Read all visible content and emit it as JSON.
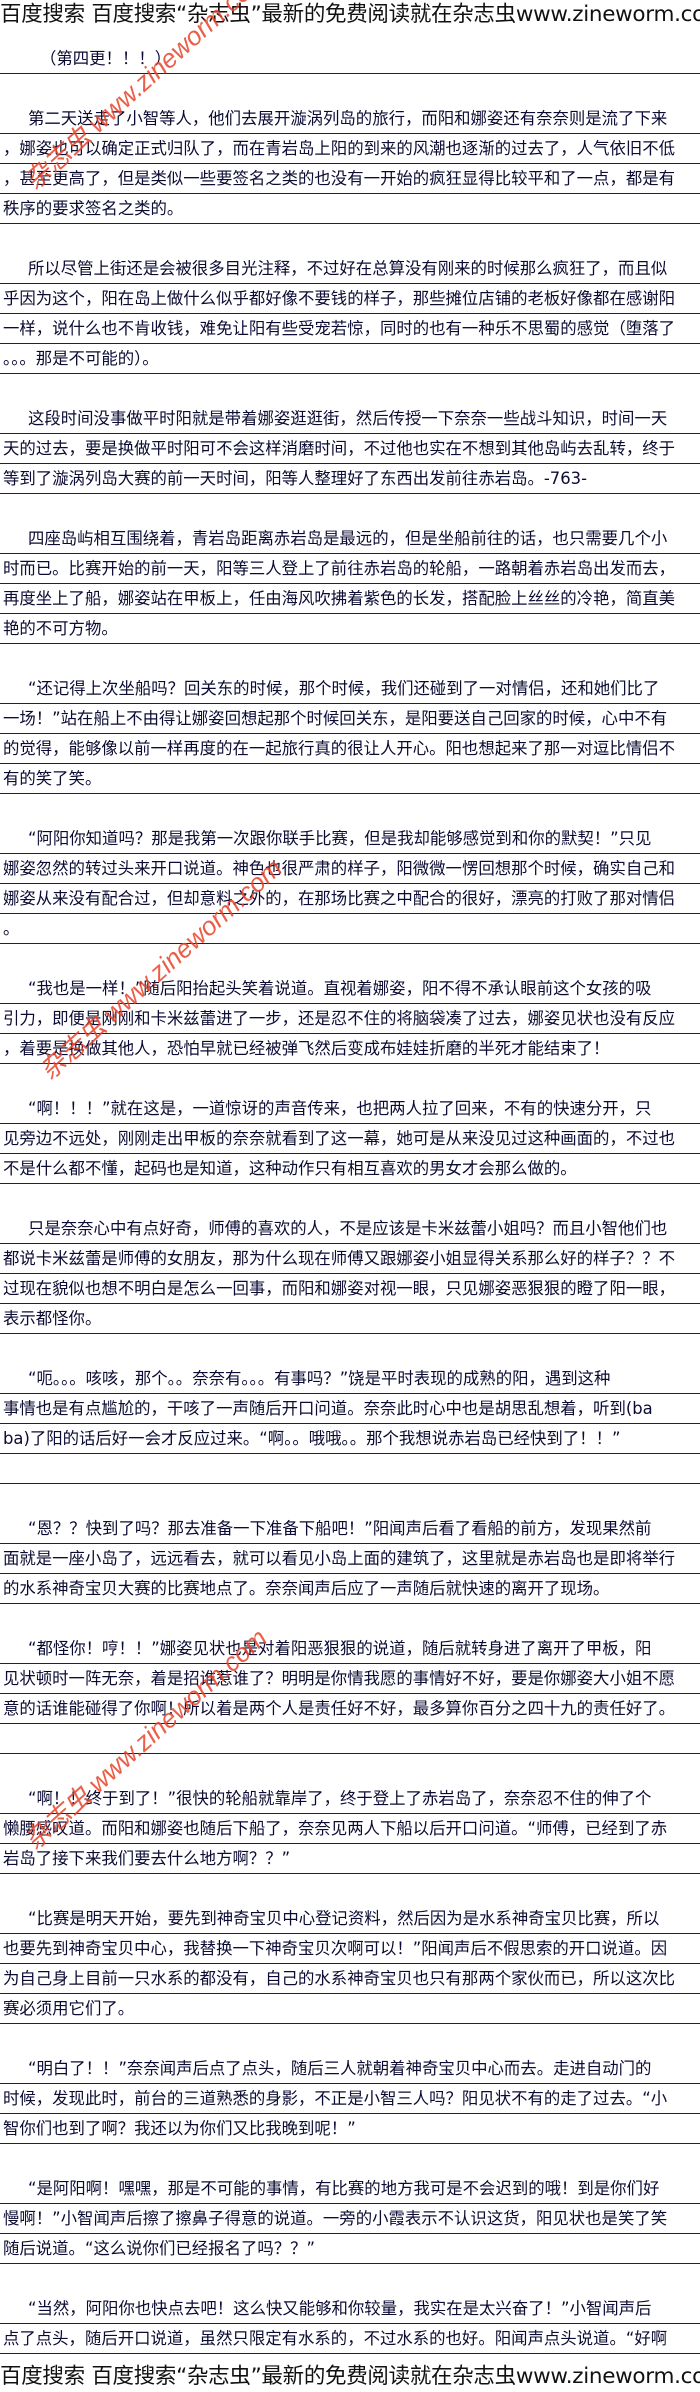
{
  "banner": {
    "top": "百度搜索 百度搜索“杂志虫”最新的免费阅读就在杂志虫www.zineworm.com",
    "bottom": "百度搜索 百度搜索“杂志虫”最新的免费阅读就在杂志虫www.zineworm.com"
  },
  "watermark": "杂志虫 www.zineworm.com",
  "heading": "（第四更！！！）",
  "paragraphs": [
    {
      "lines": [
        "第二天送走了小智等人，他们去展开漩涡列岛的旅行，而阳和娜姿还有奈奈则是流了下来",
        "，娜姿也可以确定正式归队了，而在青岩岛上阳的到来的风潮也逐渐的过去了，人气依旧不低",
        "，甚至更高了，但是类似一些要签名之类的也没有一开始的疯狂显得比较平和了一点，都是有",
        "秩序的要求签名之类的。"
      ]
    },
    {
      "lines": [
        "所以尽管上街还是会被很多目光注释，不过好在总算没有刚来的时候那么疯狂了，而且似",
        "乎因为这个，阳在岛上做什么似乎都好像不要钱的样子，那些摊位店铺的老板好像都在感谢阳",
        "一样，说什么也不肯收钱，难免让阳有些受宠若惊，同时的也有一种乐不思蜀的感觉（堕落了",
        "。。。那是不可能的）。"
      ]
    },
    {
      "lines": [
        "这段时间没事做平时阳就是带着娜姿逛逛街，然后传授一下奈奈一些战斗知识，时间一天",
        "天的过去，要是换做平时阳可不会这样消磨时间，不过他也实在不想到其他岛屿去乱转，终于",
        "等到了漩涡列岛大赛的前一天时间，阳等人整理好了东西出发前往赤岩岛。-763-"
      ]
    },
    {
      "lines": [
        "四座岛屿相互围绕着，青岩岛距离赤岩岛是最远的，但是坐船前往的话，也只需要几个小",
        "时而已。比赛开始的前一天，阳等三人登上了前往赤岩岛的轮船，一路朝着赤岩岛出发而去，",
        "再度坐上了船，娜姿站在甲板上，任由海风吹拂着紫色的长发，搭配脸上丝丝的冷艳，简直美",
        "艳的不可方物。"
      ]
    },
    {
      "lines": [
        "“还记得上次坐船吗？回关东的时候，那个时候，我们还碰到了一对情侣，还和她们比了",
        "一场！”站在船上不由得让娜姿回想起那个时候回关东，是阳要送自己回家的时候，心中不有",
        "的觉得，能够像以前一样再度的在一起旅行真的很让人开心。阳也想起来了那一对逗比情侣不",
        "有的笑了笑。"
      ]
    },
    {
      "lines": [
        "“阿阳你知道吗？那是我第一次跟你联手比赛，但是我却能够感觉到和你的默契！”只见",
        "娜姿忽然的转过头来开口说道。神色也很严肃的样子，阳微微一愣回想那个时候，确实自己和",
        "娜姿从来没有配合过，但却意料之外的，在那场比赛之中配合的很好，漂亮的打败了那对情侣",
        "。"
      ]
    },
    {
      "lines": [
        "“我也是一样！”随后阳抬起头笑着说道。直视着娜姿，阳不得不承认眼前这个女孩的吸",
        "引力，即便是刚刚和卡米兹蕾进了一步，还是忍不住的将脑袋凑了过去，娜姿见状也没有反应",
        "，着要是换做其他人，恐怕早就已经被弹飞然后变成布娃娃折磨的半死才能结束了！"
      ]
    },
    {
      "lines": [
        "“啊！！！”就在这是，一道惊讶的声音传来，也把两人拉了回来，不有的快速分开，只",
        "见旁边不远处，刚刚走出甲板的奈奈就看到了这一幕，她可是从来没见过这种画面的，不过也",
        "不是什么都不懂，起码也是知道，这种动作只有相互喜欢的男女才会那么做的。"
      ]
    },
    {
      "lines": [
        "只是奈奈心中有点好奇，师傅的喜欢的人，不是应该是卡米兹蕾小姐吗？而且小智他们也",
        "都说卡米兹蕾是师傅的女朋友，那为什么现在师傅又跟娜姿小姐显得关系那么好的样子？？不",
        "过现在貌似也想不明白是怎么一回事，而阳和娜姿对视一眼，只见娜姿恶狠狠的瞪了阳一眼，",
        "表示都怪你。"
      ]
    },
    {
      "lines": [
        "“呃。。。咳咳，那个。。奈奈有。。。有事吗？”饶是平时表现的成熟的阳，遇到这种",
        "事情也是有点尴尬的，干咳了一声随后开口问道。奈奈此时心中也是胡思乱想着，听到(ba",
        "ba)了阳的话后好一会才反应过来。“啊。。哦哦。。那个我想说赤岩岛已经快到了！！”",
        ""
      ]
    },
    {
      "lines": [
        "“恩？？快到了吗？那去准备一下准备下船吧！”阳闻声后看了看船的前方，发现果然前",
        "面就是一座小岛了，远远看去，就可以看见小岛上面的建筑了，这里就是赤岩岛也是即将举行",
        "的水系神奇宝贝大赛的比赛地点了。奈奈闻声后应了一声随后就快速的离开了现场。"
      ]
    },
    {
      "lines": [
        "“都怪你！哼！！”娜姿见状也是对着阳恶狠狠的说道，随后就转身进了离开了甲板，阳",
        "见状顿时一阵无奈，着是招谁惹谁了？明明是你情我愿的事情好不好，要是你娜姿大小姐不愿",
        "意的话谁能碰得了你啊！所以着是两个人是责任好不好，最多算你百分之四十九的责任好了。",
        ""
      ]
    },
    {
      "lines": [
        "“啊！！终于到了！”很快的轮船就靠岸了，终于登上了赤岩岛了，奈奈忍不住的伸了个",
        "懒腰感叹道。而阳和娜姿也随后下船了，奈奈见两人下船以后开口问道。“师傅，已经到了赤",
        "岩岛了接下来我们要去什么地方啊？？”"
      ]
    },
    {
      "lines": [
        "“比赛是明天开始，要先到神奇宝贝中心登记资料，然后因为是水系神奇宝贝比赛，所以",
        "也要先到神奇宝贝中心，我替换一下神奇宝贝次啊可以！”阳闻声后不假思索的开口说道。因",
        "为自己身上目前一只水系的都没有，自己的水系神奇宝贝也只有那两个家伙而已，所以这次比",
        "赛必须用它们了。"
      ]
    },
    {
      "lines": [
        "“明白了！！”奈奈闻声后点了点头，随后三人就朝着神奇宝贝中心而去。走进自动门的",
        "时候，发现此时，前台的三道熟悉的身影，不正是小智三人吗？阳见状不有的走了过去。“小",
        "智你们也到了啊？我还以为你们又比我晚到呢！”"
      ]
    },
    {
      "lines": [
        "“是阿阳啊！嘿嘿，那是不可能的事情，有比赛的地方我可是不会迟到的哦！到是你们好",
        "慢啊！”小智闻声后擦了擦鼻子得意的说道。一旁的小霞表示不认识这货，阳见状也是笑了笑",
        "随后说道。“这么说你们已经报名了吗？？”"
      ]
    },
    {
      "lines": [
        "“当然，阿阳你也快点去吧！这么快又能够和你较量，我实在是太兴奋了！”小智闻声后",
        "点了点头，随后开口说道，虽然只限定有水系的，不过水系的也好。阳闻声点头说道。“好啊"
      ]
    }
  ]
}
